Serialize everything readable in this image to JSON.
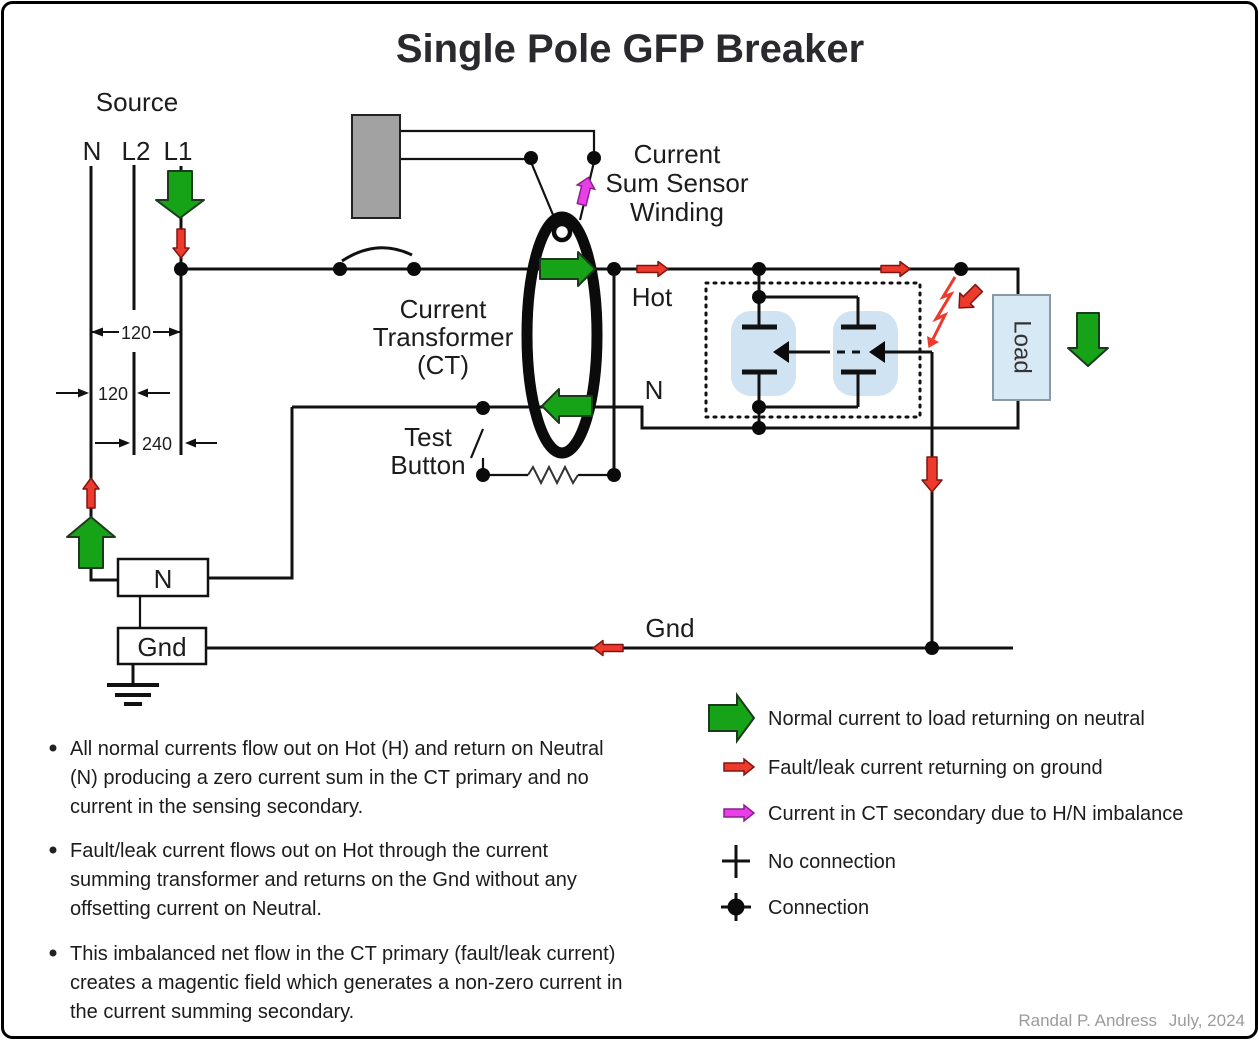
{
  "title": "Single Pole GFP Breaker",
  "source": {
    "title": "Source",
    "line_n": "N",
    "line_l2": "L2",
    "line_l1": "L1"
  },
  "dimensions": {
    "n_to_l1": "120",
    "n_to_l2": "120",
    "l2_to_l1": "240"
  },
  "labels": {
    "ct_line1": "Current",
    "ct_line2": "Transformer",
    "ct_line3": "(CT)",
    "sensor_line1": "Current",
    "sensor_line2": "Sum Sensor",
    "sensor_line3": "Winding",
    "hot": "Hot",
    "neutral": "N",
    "gnd": "Gnd",
    "test_line1": "Test",
    "test_line2": "Button",
    "load": "Load",
    "n_bus": "N",
    "gnd_bus": "Gnd"
  },
  "legend": {
    "items": [
      {
        "icon": "green-arrow",
        "label": "Normal current to load returning on neutral"
      },
      {
        "icon": "red-arrow",
        "label": "Fault/leak current returning on ground"
      },
      {
        "icon": "magenta-arrow",
        "label": "Current in CT secondary due to H/N imbalance"
      },
      {
        "icon": "no-connection-cross",
        "label": "No connection"
      },
      {
        "icon": "connection-dot",
        "label": "Connection"
      }
    ]
  },
  "notes": {
    "bullets": [
      {
        "lines": [
          "All normal currents flow out on Hot (H) and return on Neutral",
          "(N) producing a zero current sum in the CT primary and no",
          "current in the sensing secondary."
        ]
      },
      {
        "lines": [
          "Fault/leak current flows out on Hot through the current",
          "summing transformer and returns on the Gnd without any",
          "offsetting current on Neutral."
        ]
      },
      {
        "lines": [
          "This imbalanced net flow in the CT primary (fault/leak current)",
          "creates a magentic field which generates a non-zero current in",
          "the current summing secondary."
        ]
      }
    ]
  },
  "credit": {
    "author": "Randal P. Andress",
    "date": "July, 2024"
  },
  "colors": {
    "green": "#17a317",
    "red": "#ee3a2c",
    "magenta": "#e83fe8",
    "wire": "#111111",
    "gray_box": "#a2a2a2",
    "pole_blue": "#cfe3f2",
    "load_fill": "#d7e9f4",
    "title_text": "#2a2a2e",
    "credit_text": "#9b9b9b"
  }
}
